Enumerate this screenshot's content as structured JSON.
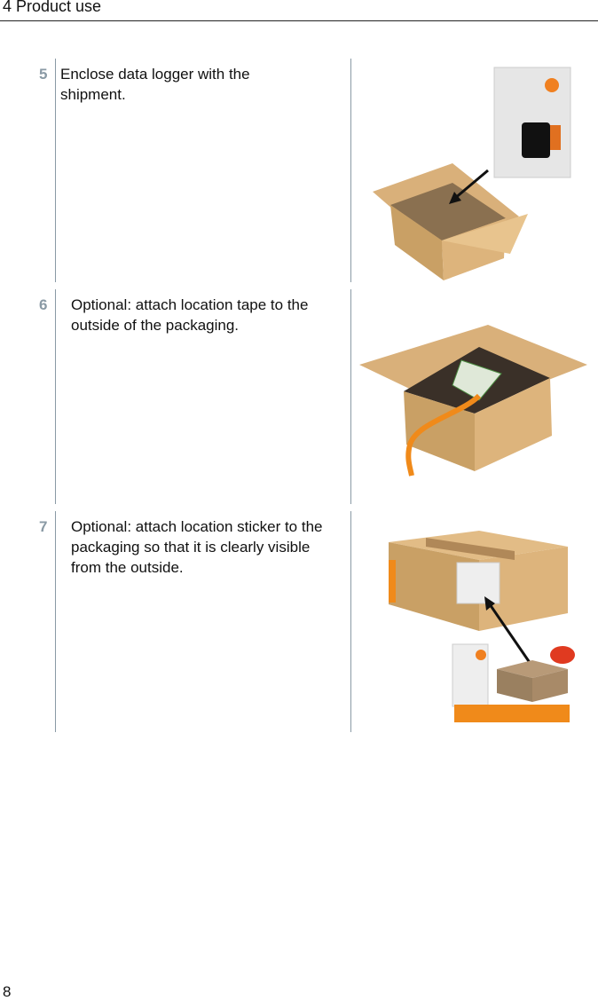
{
  "header": {
    "chapter": "4 Product use"
  },
  "steps": [
    {
      "number": "5",
      "text": "Enclose data logger with the shipment."
    },
    {
      "number": "6",
      "text": "Optional: attach location tape to the outside of the packaging."
    },
    {
      "number": "7",
      "text": "Optional: attach location sticker to the packaging so that it is clearly visible from the outside."
    }
  ],
  "illustrations": [
    "data-logger-into-box",
    "location-tape-box",
    "location-sticker-box"
  ],
  "footer": {
    "page_number": "8"
  }
}
